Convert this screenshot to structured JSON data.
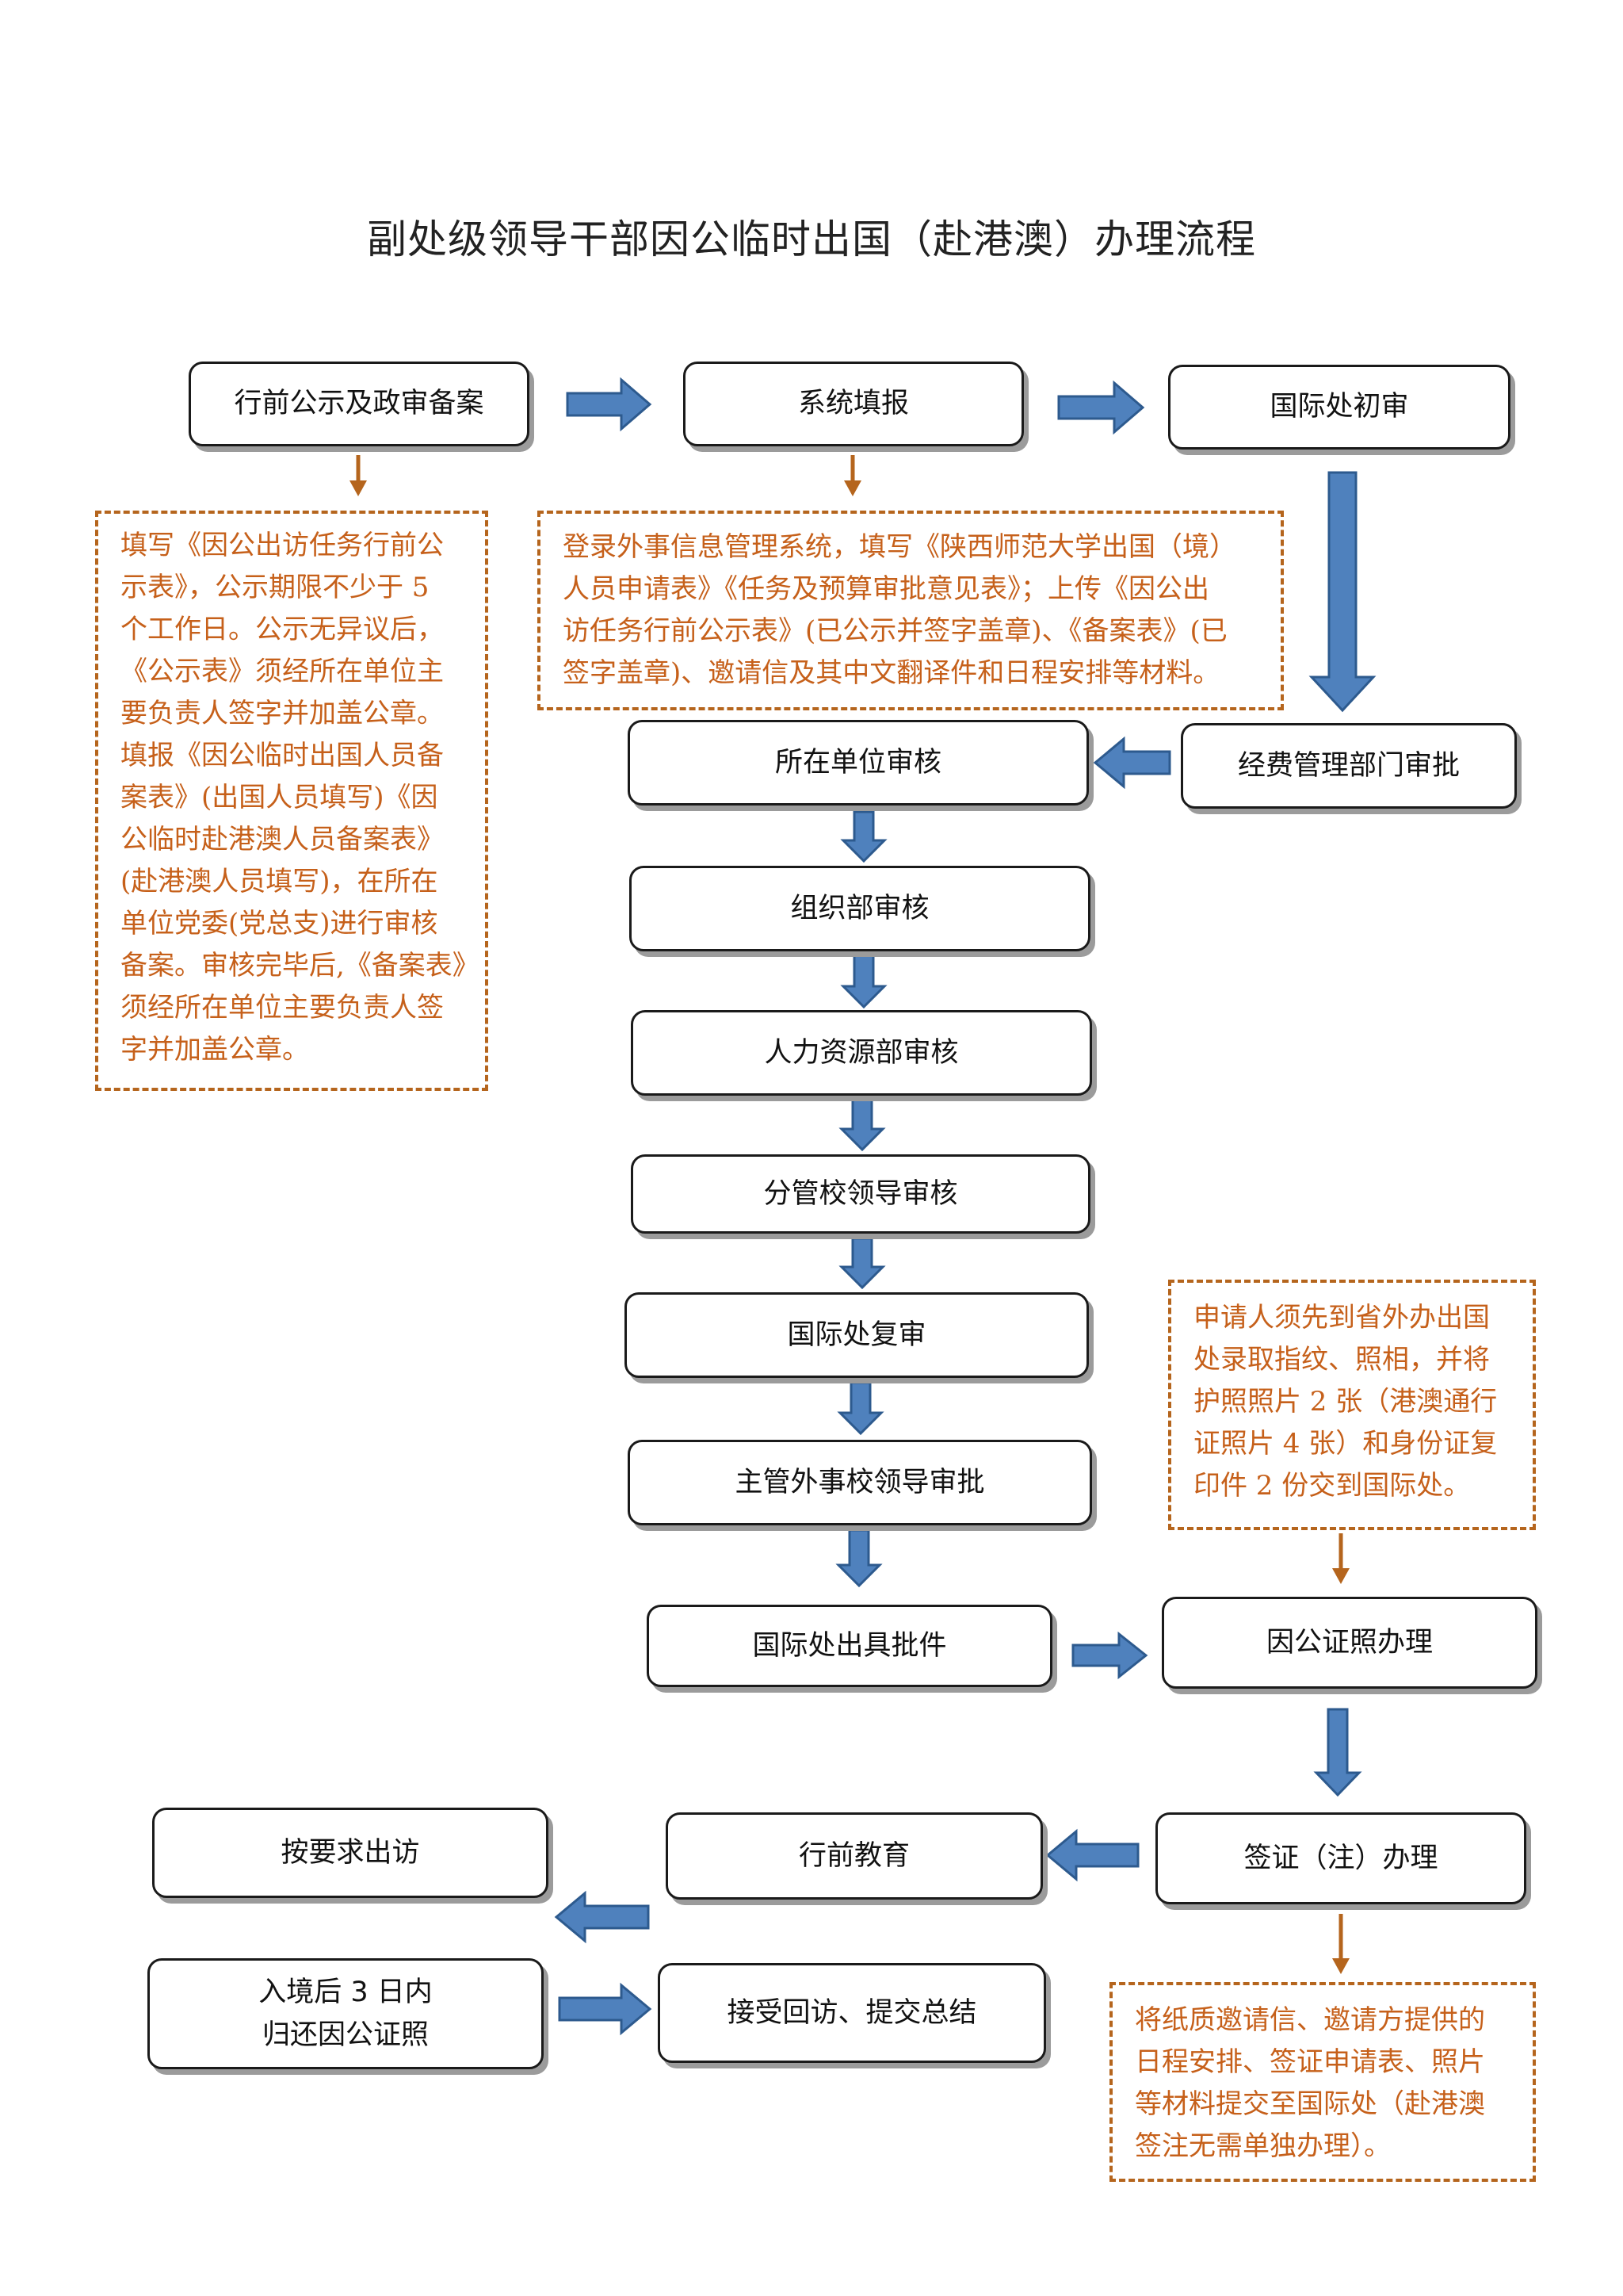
{
  "title": "副处级领导干部因公临时出国（赴港澳）办理流程",
  "colors": {
    "arrow_fill": "#4f81bd",
    "arrow_stroke": "#2d5a8e",
    "note_text": "#c6601a",
    "note_border": "#b5651d",
    "box_border": "#1a1a1a"
  },
  "steps": {
    "pre_publicity": "行前公示及政审备案",
    "system_fill": "系统填报",
    "intl_initial_review": "国际处初审",
    "unit_review": "所在单位审核",
    "finance_approval": "经费管理部门审批",
    "org_dept_review": "组织部审核",
    "hr_review": "人力资源部审核",
    "leader_review": "分管校领导审核",
    "intl_re_review": "国际处复审",
    "foreign_leader_approval": "主管外事校领导审批",
    "intl_approval_doc": "国际处出具批件",
    "passport_processing": "因公证照办理",
    "visa_processing": "签证（注）办理",
    "pre_trip_education": "行前教育",
    "visit_as_required": "按要求出访",
    "return_passport_line1": "入境后 3 日内",
    "return_passport_line2": "归还因公证照",
    "follow_up_summary": "接受回访、提交总结"
  },
  "notes": {
    "publicity_note": [
      "填写《因公出访任务行前公",
      "示表》，公示期限不少于 5",
      "个工作日。公示无异议后，",
      "《公示表》须经所在单位主",
      "要负责人签字并加盖公章。",
      "填报《因公临时出国人员备",
      "案表》(出国人员填写)《因",
      "公临时赴港澳人员备案表》",
      "(赴港澳人员填写)，在所在",
      "单位党委(党总支)进行审核",
      "备案。审核完毕后,《备案表》",
      "须经所在单位主要负责人签",
      "字并加盖公章。"
    ],
    "system_note": [
      "登录外事信息管理系统，填写《陕西师范大学出国（境）",
      "人员申请表》《任务及预算审批意见表》；上传《因公出",
      "访任务行前公示表》(已公示并签字盖章)、《备案表》(已",
      "签字盖章)、邀请信及其中文翻译件和日程安排等材料。"
    ],
    "fingerprint_note": [
      "申请人须先到省外办出国",
      "处录取指纹、照相，并将",
      "护照照片 2 张（港澳通行",
      "证照片 4 张）和身份证复",
      "印件 2 份交到国际处。"
    ],
    "visa_note": [
      "将纸质邀请信、邀请方提供的",
      "日程安排、签证申请表、照片",
      "等材料提交至国际处（赴港澳",
      "签注无需单独办理）。"
    ]
  }
}
